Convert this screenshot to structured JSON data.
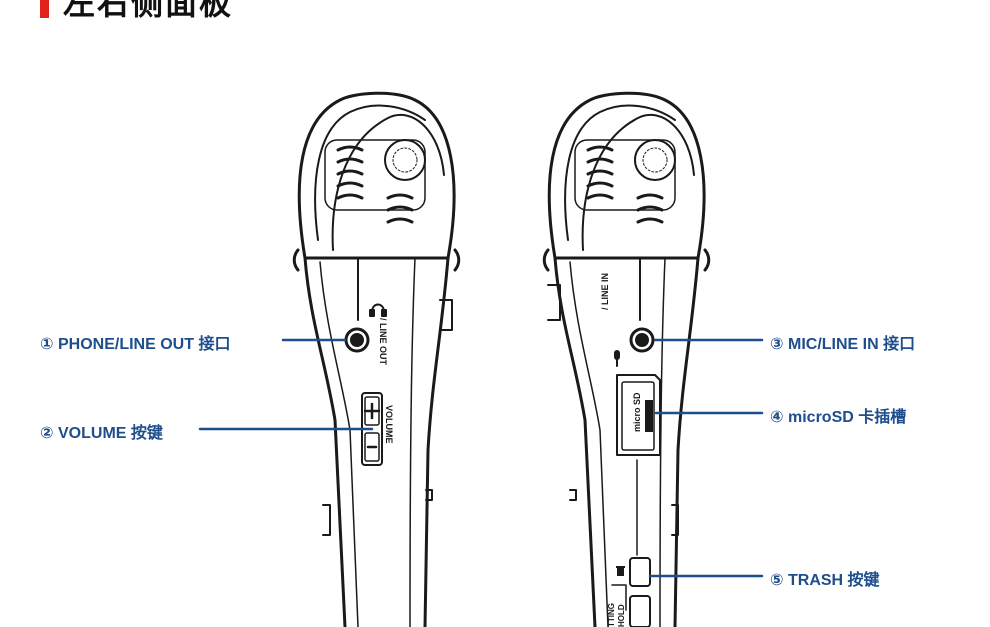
{
  "header": {
    "title": "左右侧面板"
  },
  "colors": {
    "accent": "#e0241b",
    "callout": "#1f4e8c",
    "ink": "#1a1a1a"
  },
  "callouts": {
    "phone_out": {
      "text": "① PHONE/LINE OUT 接口"
    },
    "volume": {
      "text": "② VOLUME 按键"
    },
    "mic_in": {
      "text": "③ MIC/LINE IN 接口"
    },
    "microsd": {
      "text": "④ microSD 卡插槽"
    },
    "trash": {
      "text": "⑤ TRASH 按键"
    }
  },
  "device_labels": {
    "line_out": "/ LINE OUT",
    "volume": "VOLUME",
    "line_in": "/ LINE IN",
    "micro_sd": "micro SD",
    "hold": "HOLD",
    "setting": "TTING"
  },
  "icons": {
    "headphone": "headphone-icon",
    "mic": "microphone-icon",
    "trash": "trash-icon"
  }
}
